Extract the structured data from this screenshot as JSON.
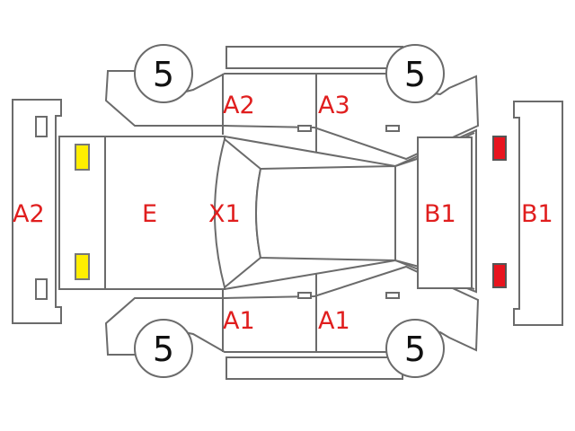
{
  "labels": {
    "front_bumper": "A2",
    "hood": "E",
    "roof_front": "X1",
    "fl_fender_door": "A2",
    "fr_door": "A3",
    "rl_door": "A1",
    "rr_door": "A1",
    "tailgate": "B1",
    "rear_bumper": "B1"
  },
  "tires": {
    "top_left": "5",
    "top_right": "5",
    "bottom_left": "5",
    "bottom_right": "5"
  },
  "colors": {
    "damage_label": "#e01e1e",
    "headlamp": "#ffee00",
    "taillamp": "#e8141e",
    "outline": "#6b6b6b"
  }
}
